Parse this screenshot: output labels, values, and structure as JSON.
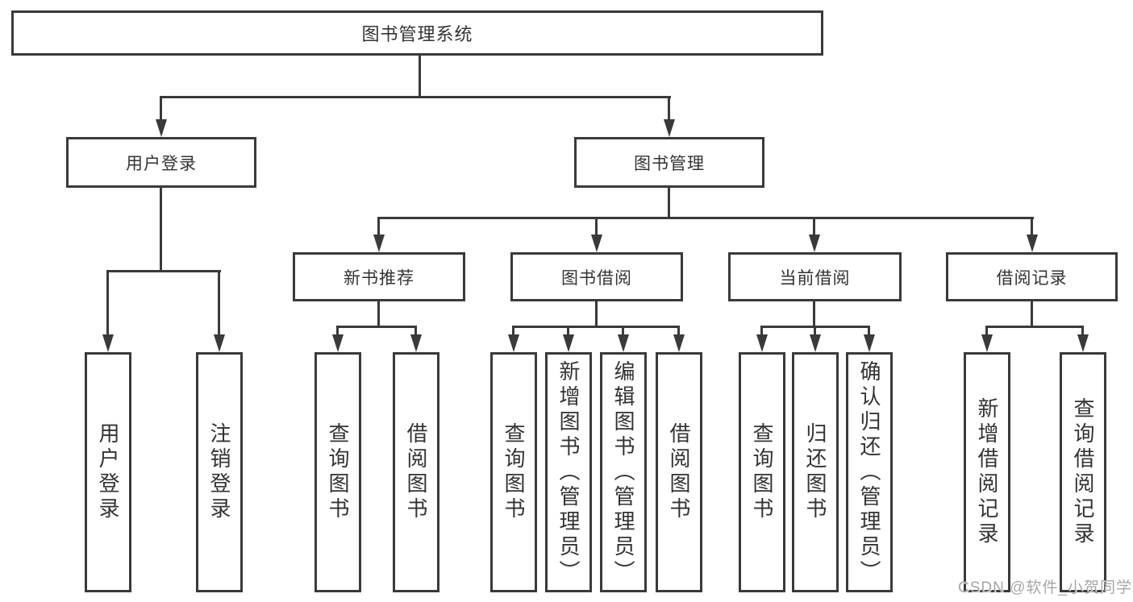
{
  "title": "图书管理系统",
  "watermark": "CSDN @软件_小贺同学",
  "colors": {
    "line": "#3a3a3a",
    "text": "#333333",
    "background": "#ffffff",
    "watermark": "#a6a6a6"
  },
  "level2": [
    {
      "label": "用户登录"
    },
    {
      "label": "图书管理"
    }
  ],
  "level3": [
    {
      "label": "新书推荐"
    },
    {
      "label": "图书借阅"
    },
    {
      "label": "当前借阅"
    },
    {
      "label": "借阅记录"
    }
  ],
  "leaves": {
    "user_login": [
      "用户登录",
      "注销登录"
    ],
    "new_book": [
      "查询图书",
      "借阅图书"
    ],
    "book_borrow": [
      "查询图书",
      "新增图书（管理员）",
      "编辑图书（管理员）",
      "借阅图书"
    ],
    "current_borrow": [
      "查询图书",
      "归还图书",
      "确认归还（管理员）"
    ],
    "borrow_record": [
      "新增借阅记录",
      "查询借阅记录"
    ]
  }
}
